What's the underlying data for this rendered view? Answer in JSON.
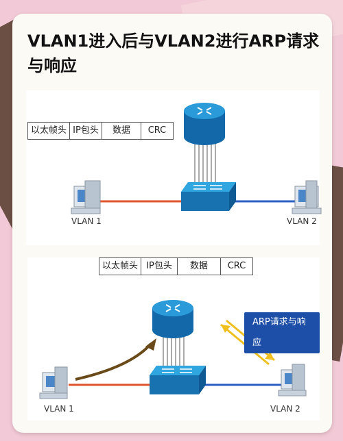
{
  "title": "VLAN1进入后与VLAN2进行ARP请求与响应",
  "frame_fields": [
    "以太帧头",
    "IP包头",
    "数据",
    "CRC"
  ],
  "panel1": {
    "left_host": "VLAN 1",
    "right_host": "VLAN 2"
  },
  "panel2": {
    "left_host": "VLAN 1",
    "right_host": "VLAN 2",
    "callout": "ARP请求与响应"
  },
  "colors": {
    "vlan1_link": "#e2542a",
    "vlan2_link": "#2a5fc4",
    "device": "#1e88c8",
    "arp_arrow": "#f0c020",
    "path_arrow": "#6b4a1a"
  }
}
